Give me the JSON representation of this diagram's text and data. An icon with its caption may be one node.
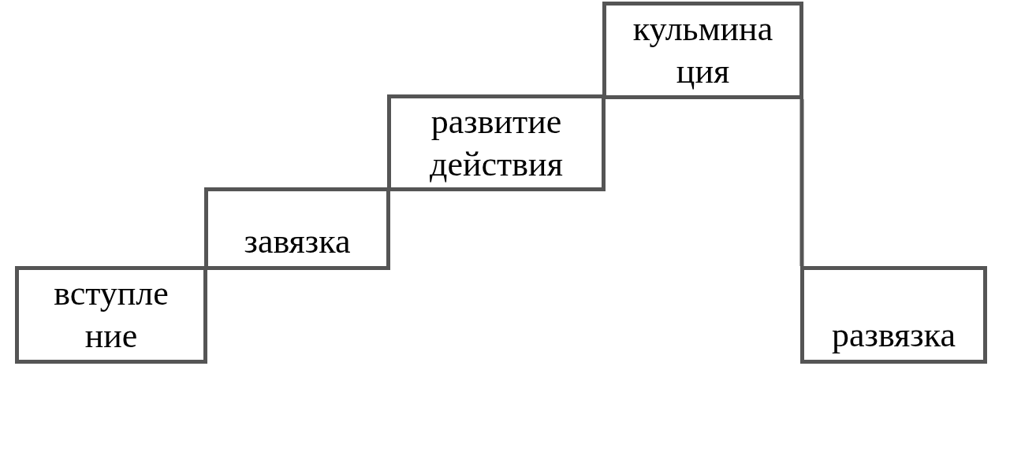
{
  "diagram": {
    "nodes": [
      {
        "text": [
          "вступле ние"
        ]
      },
      {
        "text": [
          "завязка"
        ]
      },
      {
        "text": [
          "развитие действия"
        ]
      },
      {
        "text": [
          "кульмина ция"
        ]
      },
      {
        "text": [
          "развязка"
        ]
      }
    ],
    "edges": [
      {
        "from": 3,
        "to": 4,
        "arrow": "none"
      }
    ]
  }
}
